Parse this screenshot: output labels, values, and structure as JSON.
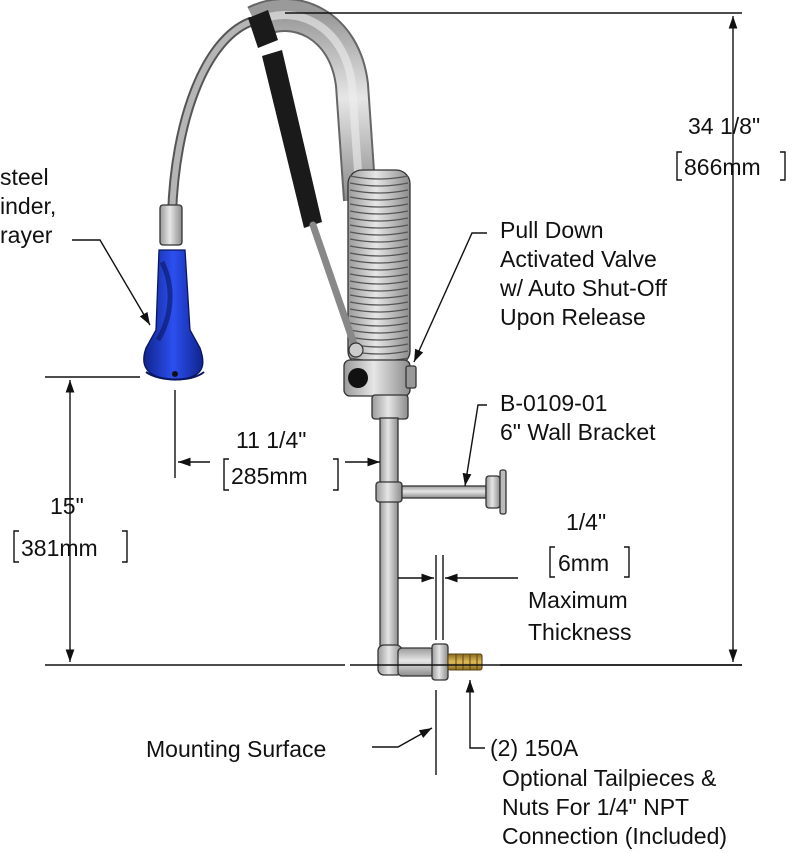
{
  "labels": {
    "spray_line1": "steel",
    "spray_line2": "inder,",
    "spray_line3": "rayer",
    "valve_line1": "Pull Down",
    "valve_line2": "Activated Valve",
    "valve_line3": "w/ Auto Shut-Off",
    "valve_line4": "Upon Release",
    "bracket_line1": "B-0109-01",
    "bracket_line2": "6\" Wall Bracket",
    "thickness_line1": "Maximum",
    "thickness_line2": "Thickness",
    "mounting": "Mounting Surface",
    "tail_line1": "(2) 150A",
    "tail_line2": "Optional Tailpieces &",
    "tail_line3": "Nuts For 1/4\" NPT",
    "tail_line4": "Connection (Included)"
  },
  "dimensions": {
    "height_in": "34 1/8\"",
    "height_mm": "866mm",
    "reach_in": "11 1/4\"",
    "reach_mm": "285mm",
    "spray_height_in": "15\"",
    "spray_height_mm": "381mm",
    "thickness_in": "1/4\"",
    "thickness_mm": "6mm"
  },
  "colors": {
    "sprayer_blue": "#1f3fd6",
    "chrome": "#c9c9c9",
    "brass": "#c8a24a",
    "grip_black": "#1a1a1a"
  }
}
